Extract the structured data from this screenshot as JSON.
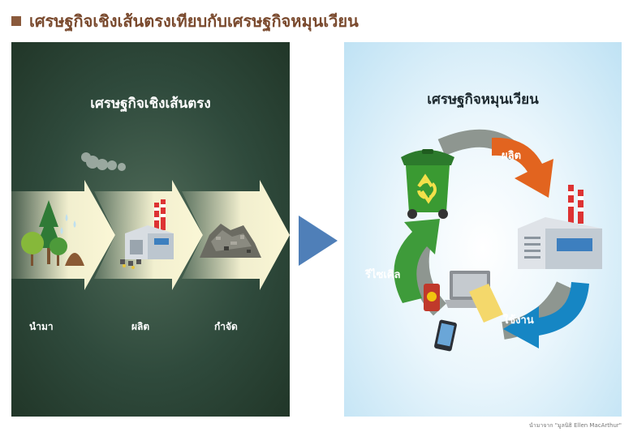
{
  "title": "เศรษฐกิจเชิงเส้นตรงเทียบกับเศรษฐกิจหมุนเวียน",
  "linear": {
    "title": "เศรษฐกิจเชิงเส้นตรง",
    "steps": [
      "นำมา",
      "ผลิต",
      "กำจัด"
    ]
  },
  "circular": {
    "title": "เศรษฐกิจหมุนเวียน",
    "produce": "ผลิต",
    "use": "ใช้งาน",
    "recycle": "รีไซเคิล"
  },
  "source": "นำมาจาก \"มูลนิธิ Ellen MacArthur\"",
  "colors": {
    "title": "#7a4a2e",
    "linear_bg": "#2f4a3c",
    "chevron": "#fbf7d6",
    "transition_arrow": "#4f7fb8",
    "produce_arrow": "#e2641f",
    "use_arrow": "#1686c4",
    "recycle_arrow": "#3e9b3a"
  },
  "icons": [
    "trash-bin-icon",
    "factory-icon",
    "devices-icon",
    "tree-icon",
    "waste-pile-icon",
    "recycle-symbol-icon"
  ]
}
